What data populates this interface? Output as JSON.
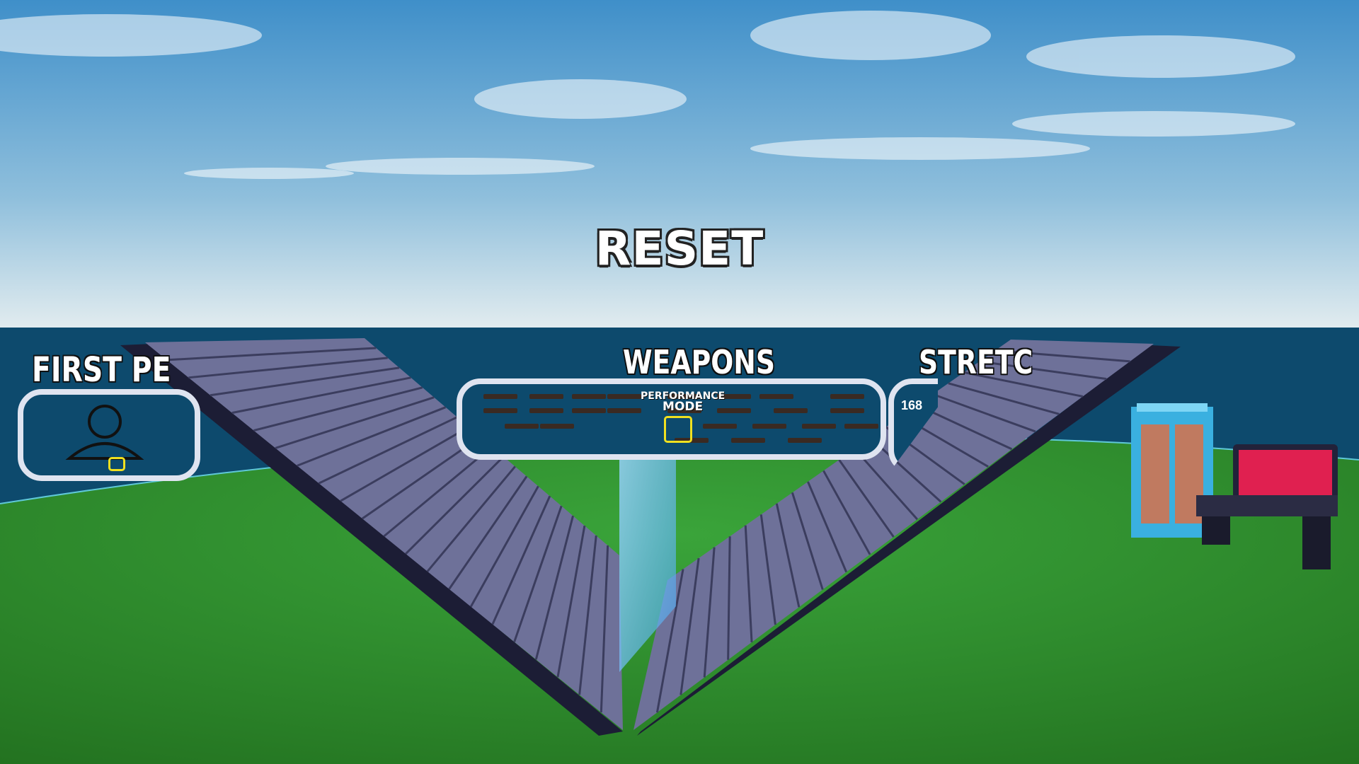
{
  "reset_button": {
    "label": "RESET"
  },
  "signs": {
    "first_person": "FIRST PE",
    "weapons": "WEAPONS",
    "stretched": "STRETC",
    "stretched_resolution": "168"
  },
  "weapons_panel": {
    "performance_mode_line1": "PERFORMANCE",
    "performance_mode_line2": "MODE"
  },
  "colors": {
    "sky_top": "#3f8fc9",
    "sky_bottom": "#dce9ef",
    "wall": "#0d4a6d",
    "grass": "#2f8a2f",
    "stairs": "#6e7199",
    "stairs_dark": "#1c1d35",
    "highlight": "#f0e020"
  }
}
